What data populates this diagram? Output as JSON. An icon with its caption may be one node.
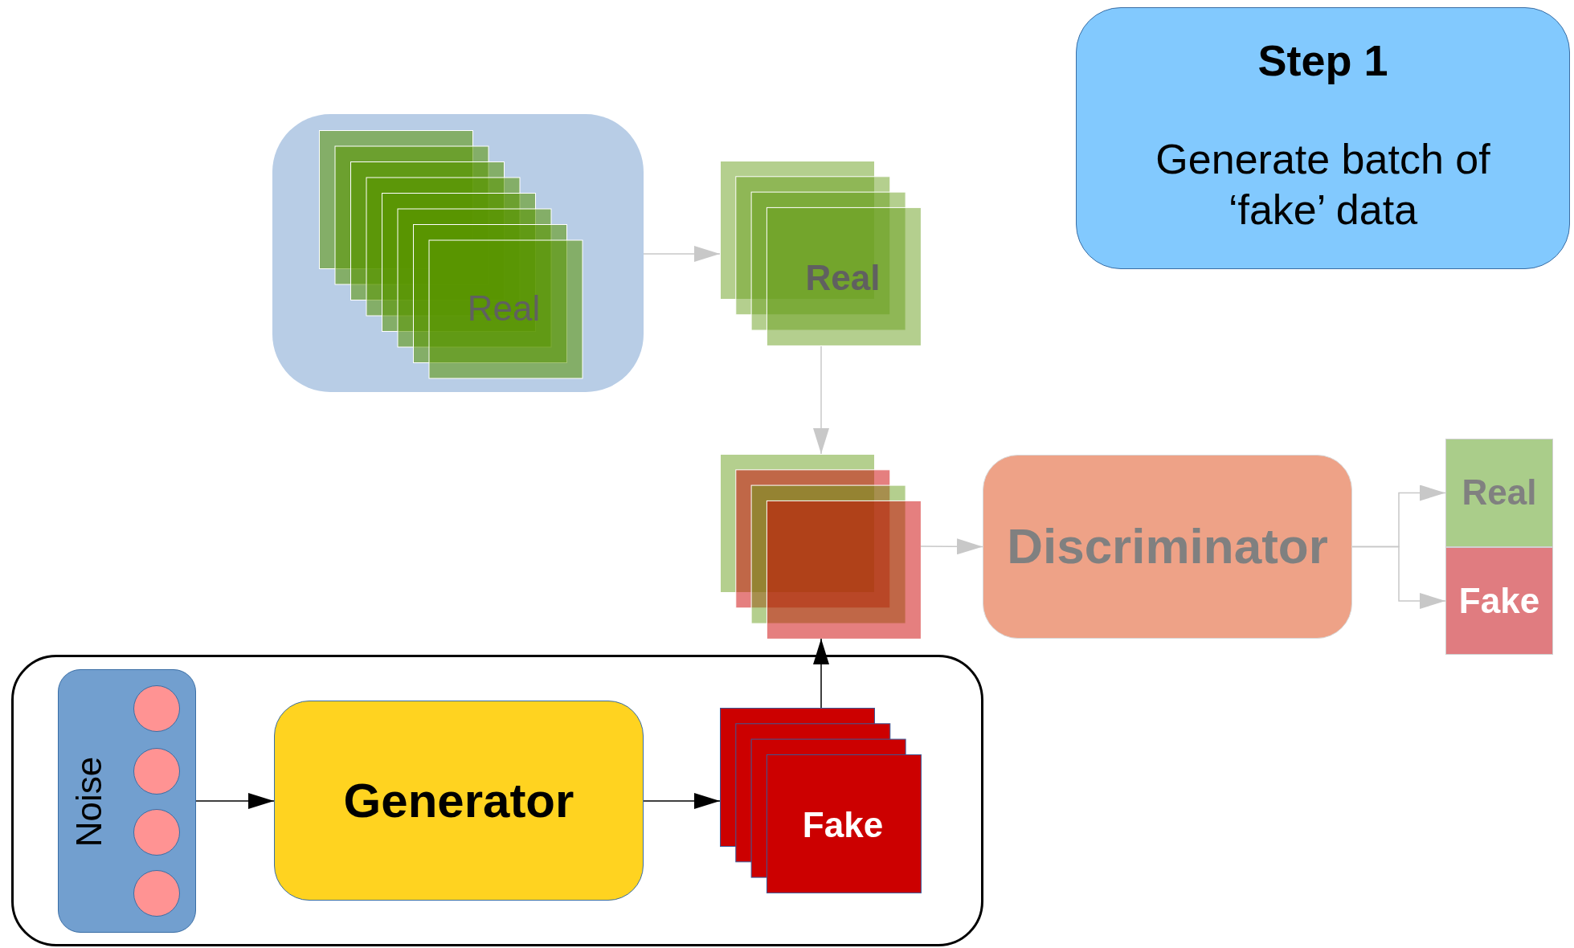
{
  "diagram": {
    "nodes": [
      {
        "text": [
          "Step 1",
          "Generate batch of ‘fake’ data"
        ]
      },
      {
        "text": [
          "Real"
        ]
      },
      {
        "text": [
          "Real"
        ]
      },
      {
        "text": [],
        "shape": "box"
      },
      {
        "text": [
          "Discriminator"
        ]
      },
      {
        "text": [
          "Real"
        ]
      },
      {
        "text": [
          "Fake"
        ]
      },
      {
        "text": [],
        "shape": "box"
      },
      {
        "text": [
          "Noise"
        ],
        "in": 7
      },
      {
        "text": [],
        "shape": "circle",
        "in": 8
      },
      {
        "text": [],
        "shape": "circle",
        "in": 8
      },
      {
        "text": [],
        "shape": "circle",
        "in": 8
      },
      {
        "text": [],
        "shape": "circle",
        "in": 8
      },
      {
        "text": [
          "Generator"
        ],
        "in": 7
      },
      {
        "text": [
          "Fake"
        ],
        "in": 7
      }
    ],
    "edges": [
      {
        "from": 1,
        "to": 2,
        "arrow": "to"
      },
      {
        "from": 2,
        "to": 3,
        "arrow": "to"
      },
      {
        "from": 3,
        "to": 4,
        "arrow": "to"
      },
      {
        "from": 4,
        "to": 5,
        "arrow": "to"
      },
      {
        "from": 4,
        "to": 6,
        "arrow": "to"
      },
      {
        "from": 8,
        "to": 13,
        "arrow": "to",
        "color": "#000000"
      },
      {
        "from": 13,
        "to": 14,
        "arrow": "to",
        "color": "#000000"
      },
      {
        "from": 14,
        "to": 3,
        "arrow": "to",
        "color": "#000000"
      }
    ]
  }
}
